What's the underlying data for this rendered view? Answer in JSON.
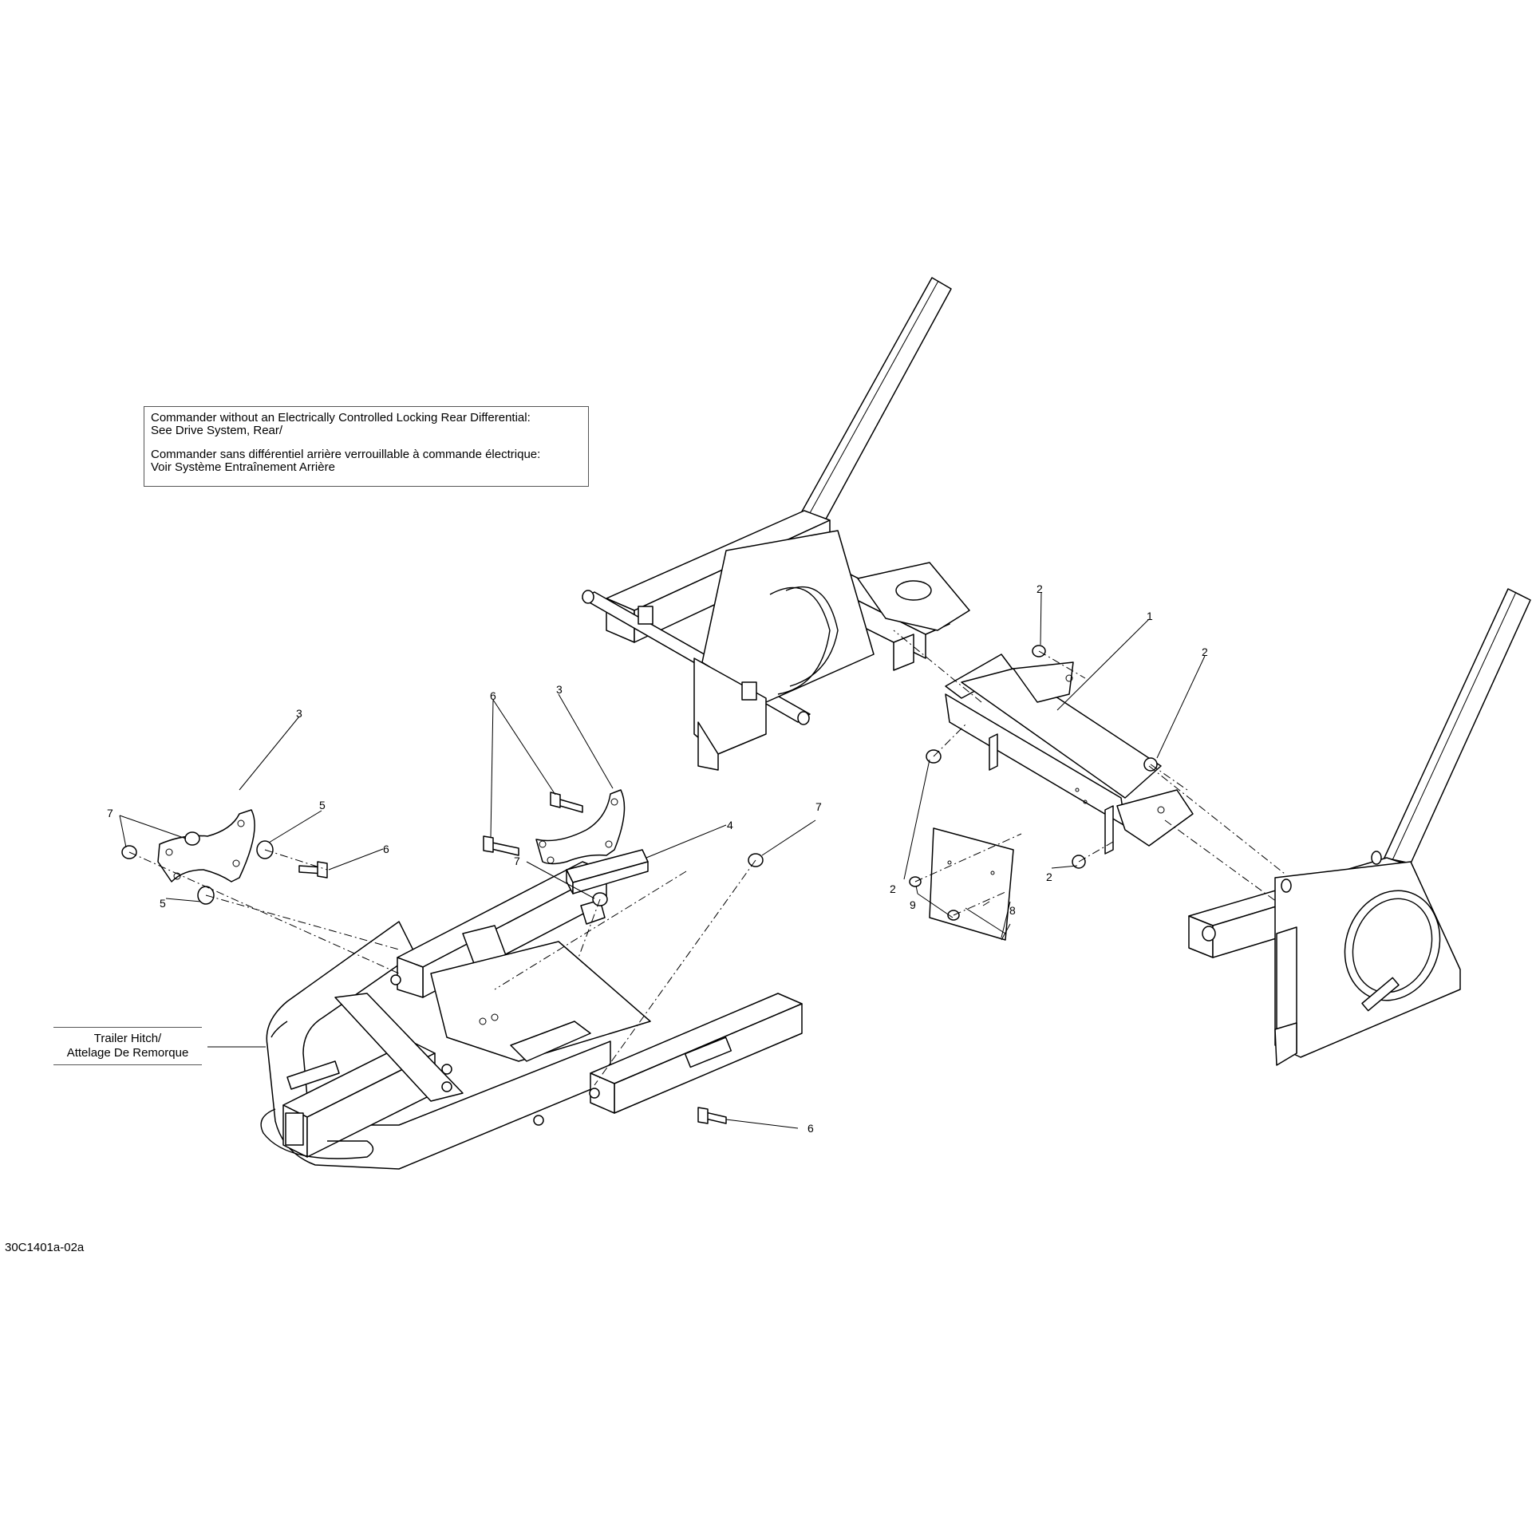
{
  "notes": {
    "en_line1": "Commander without an Electrically Controlled Locking Rear Differential:",
    "en_line2": "See Drive System, Rear/",
    "fr_line1": "Commander sans différentiel arrière verrouillable à commande électrique:",
    "fr_line2": "Voir Système Entraînement Arrière"
  },
  "trailer_hitch_label": {
    "line1": "Trailer Hitch/",
    "line2": "Attelage De Remorque"
  },
  "reference_code": "30C1401a-02a",
  "callouts": {
    "c1": "1",
    "c2a": "2",
    "c2b": "2",
    "c2c": "2",
    "c2d": "2",
    "c3a": "3",
    "c3b": "3",
    "c4": "4",
    "c5a": "5",
    "c5b": "5",
    "c6a": "6",
    "c6b": "6",
    "c6c": "6",
    "c7a": "7",
    "c7b": "7",
    "c7c": "7",
    "c8": "8",
    "c9": "9"
  }
}
